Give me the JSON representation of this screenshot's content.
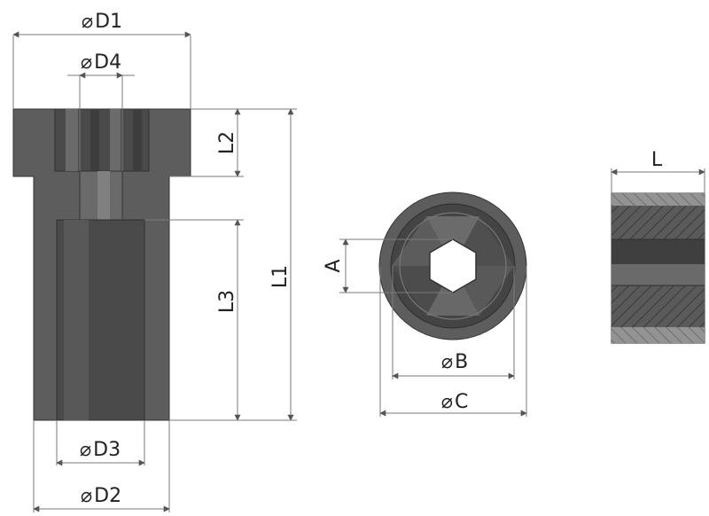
{
  "diameter_symbol": "⌀",
  "labels": {
    "D1": "D1",
    "D4": "D4",
    "D3": "D3",
    "D2": "D2",
    "L1": "L1",
    "L2": "L2",
    "L3": "L3",
    "A": "A",
    "B": "B",
    "C": "C",
    "L": "L"
  },
  "colors": {
    "body": "#5d5d5d",
    "bore": "#4a4a4a",
    "hatch_light": "#8d8d8d",
    "dimension_line": "#7a7a7a"
  }
}
